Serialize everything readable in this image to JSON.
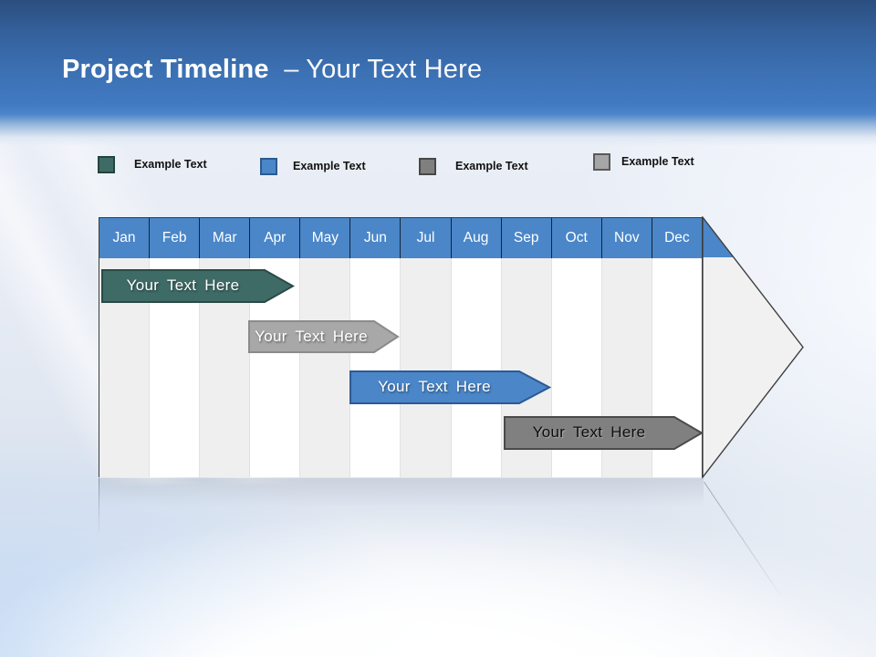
{
  "header": {
    "title_bold": "Project Timeline",
    "title_rest": "– Your Text Here",
    "band_top_color": "#2b4e7e",
    "band_bottom_color": "#4b84ca"
  },
  "legend": {
    "items": [
      {
        "label": "Example Text",
        "color": "#3e6b66"
      },
      {
        "label": "Example Text",
        "color": "#4a86c8"
      },
      {
        "label": "Example Text",
        "color": "#7f7f7f"
      },
      {
        "label": "Example Text",
        "color": "#a6a6a6"
      }
    ]
  },
  "timeline": {
    "months": [
      "Jan",
      "Feb",
      "Mar",
      "Apr",
      "May",
      "Jun",
      "Jul",
      "Aug",
      "Sep",
      "Oct",
      "Nov",
      "Dec"
    ],
    "month_header_color": "#4a86c8",
    "stripe_color": "#efefef",
    "arrowhead_fill": "#f1f1f1",
    "bars": [
      {
        "label": "Your Text Here",
        "color": "#3e6b66",
        "text_color": "#ffffff",
        "row": 1,
        "start": "Jan",
        "end": "early Apr"
      },
      {
        "label": "Your Text Here",
        "color": "#a8a8a8",
        "text_color": "#ffffff",
        "row": 2,
        "start": "Apr",
        "end": "Jun"
      },
      {
        "label": "Your Text Here",
        "color": "#4a86c8",
        "text_color": "#ffffff",
        "row": 3,
        "start": "Jun",
        "end": "Sep"
      },
      {
        "label": "Your Text Here",
        "color": "#808080",
        "text_color": "#000000",
        "row": 4,
        "start": "Sep",
        "end": "Dec"
      }
    ]
  }
}
